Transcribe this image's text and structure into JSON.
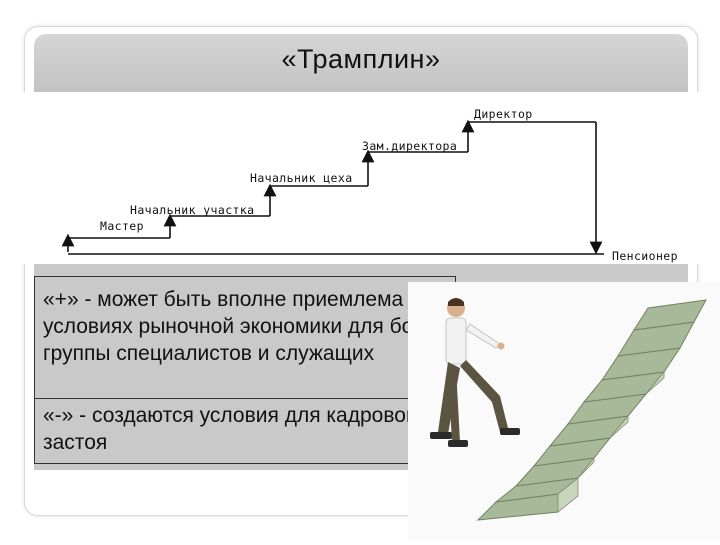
{
  "slide": {
    "title": "«Трамплин»"
  },
  "diagram": {
    "steps": [
      {
        "label": "Мастер"
      },
      {
        "label": "Начальник участка"
      },
      {
        "label": "Начальник цеха"
      },
      {
        "label": "Зам.директора"
      },
      {
        "label": "Директор"
      }
    ],
    "end_label": "Пенсионер"
  },
  "notes": {
    "plus": "«+» - может быть вполне приемлема в условиях рыночной экономики для большой группы специалистов и служащих",
    "minus": "«-» - создаются условия для кадрового застоя"
  },
  "colors": {
    "title_bar": "#c8c8c8",
    "panel": "#c9c9c9",
    "line": "#111111",
    "money_green": "#8fa57a"
  },
  "image": {
    "description_icon": "man-climbing-money-stairs"
  }
}
